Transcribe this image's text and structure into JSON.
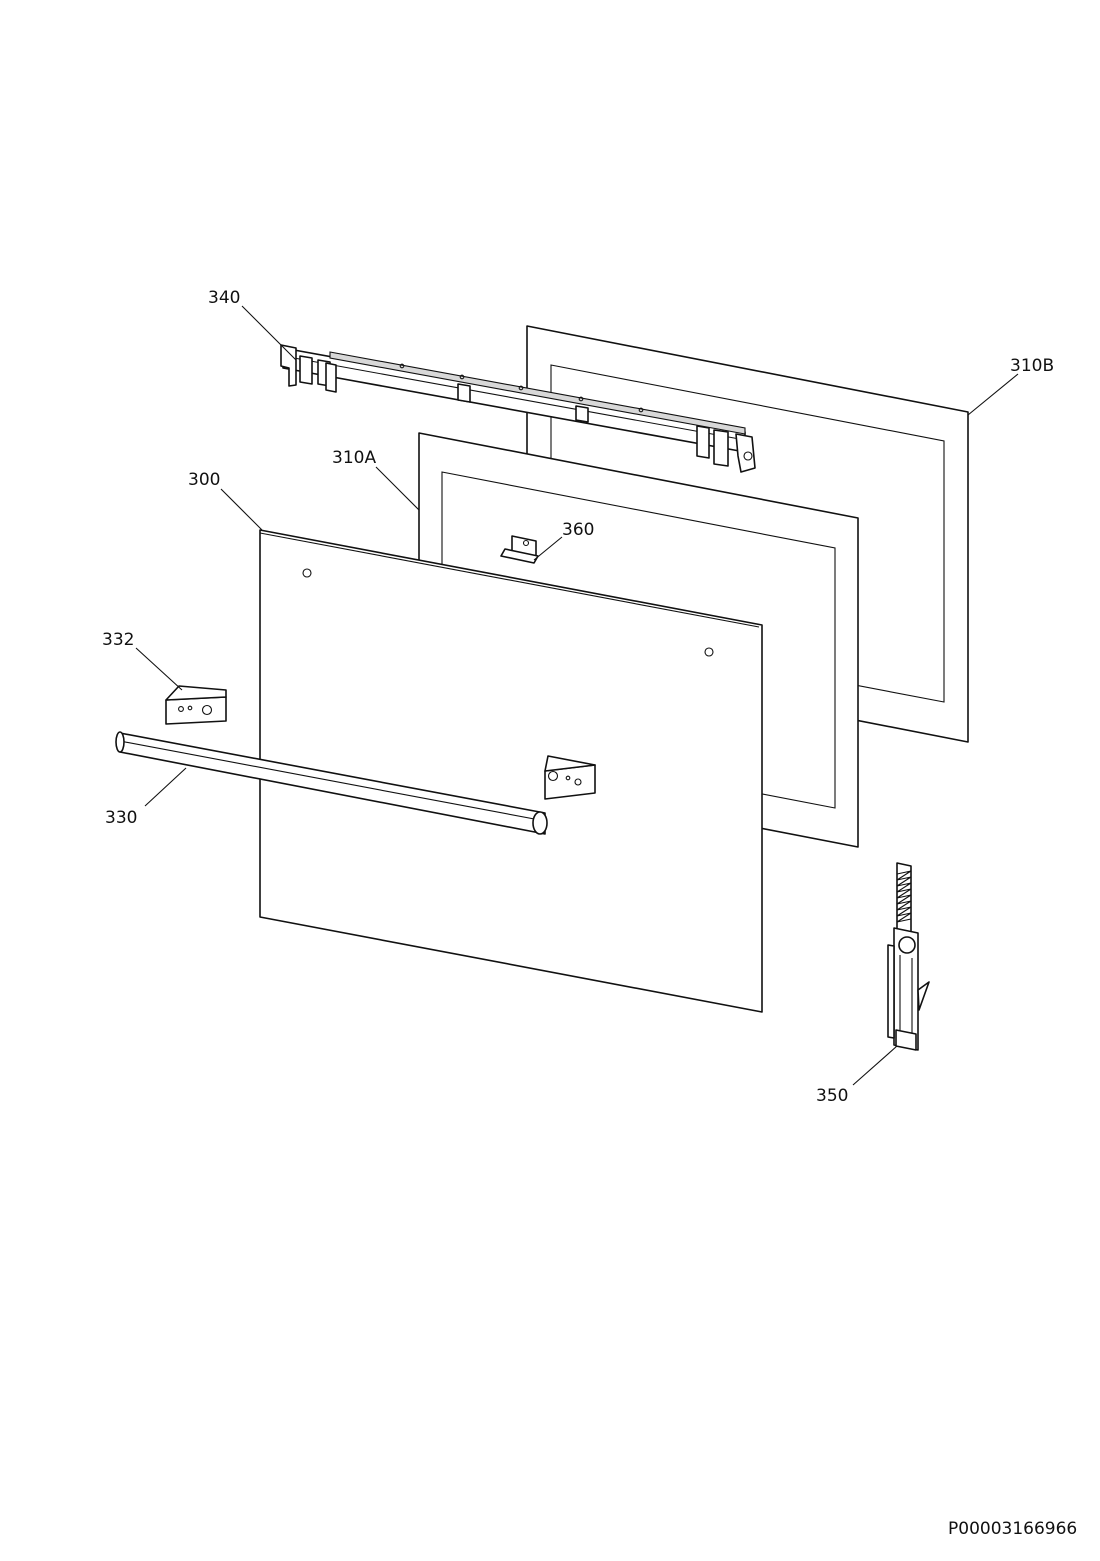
{
  "diagram": {
    "callouts": [
      {
        "id": "340",
        "label": "340"
      },
      {
        "id": "310B",
        "label": "310B"
      },
      {
        "id": "310A",
        "label": "310A"
      },
      {
        "id": "300",
        "label": "300"
      },
      {
        "id": "360",
        "label": "360"
      },
      {
        "id": "332",
        "label": "332"
      },
      {
        "id": "330",
        "label": "330"
      },
      {
        "id": "350",
        "label": "350"
      }
    ],
    "document_code": "P00003166966"
  }
}
